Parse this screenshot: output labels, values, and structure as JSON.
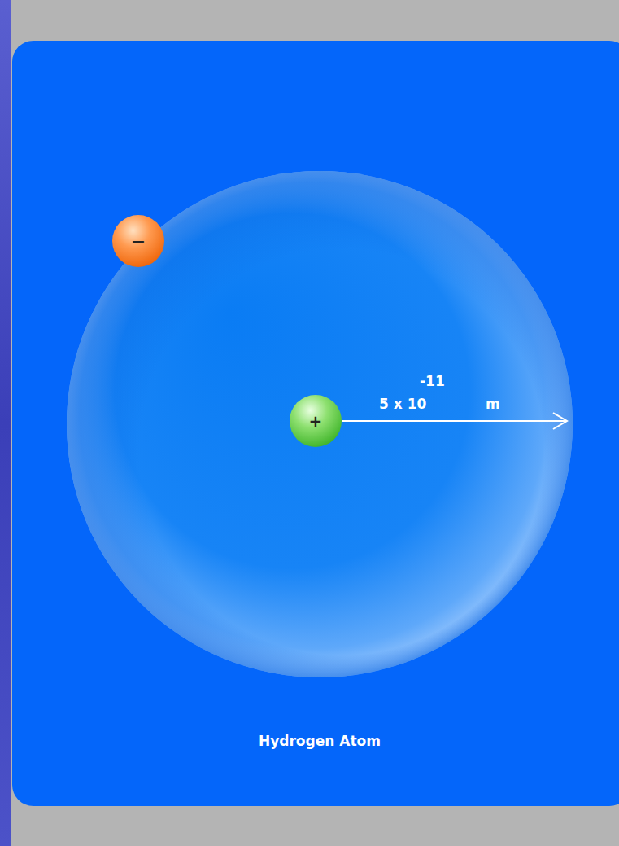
{
  "diagram": {
    "caption": "Hydrogen Atom",
    "nodes": [
      {
        "text": [
          "−"
        ]
      },
      {
        "text": [
          "+"
        ]
      }
    ],
    "labels": [
      "5 x 10",
      "-11",
      "m"
    ]
  }
}
